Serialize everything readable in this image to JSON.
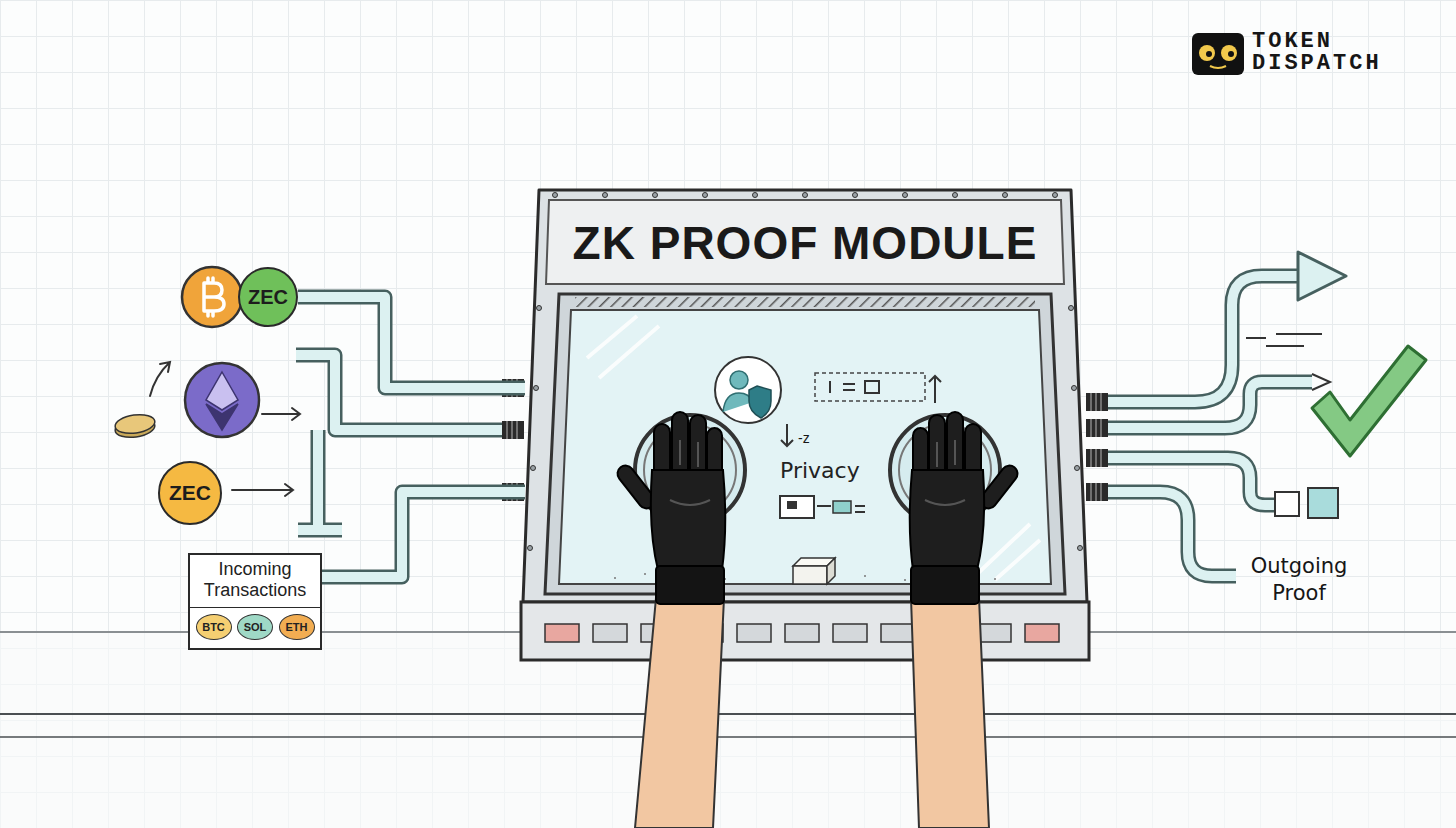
{
  "diagram": {
    "nodes": [
      {
        "text": [
          "ZEC"
        ]
      },
      {
        "text": [
          "ZEC"
        ]
      },
      {
        "text": [
          "Incoming Transactions"
        ]
      },
      {
        "text": [
          "BTC"
        ],
        "in": 2
      },
      {
        "text": [
          "SOL"
        ],
        "in": 2
      },
      {
        "text": [
          "ETH"
        ],
        "in": 2
      },
      {
        "text": [
          "ZK PROOF MODULE",
          "Privacy"
        ]
      }
    ],
    "edges": [
      {
        "from": 0,
        "to": 6,
        "arrow": "none"
      },
      {
        "from": 2,
        "to": 6,
        "arrow": "none"
      }
    ],
    "labels": [
      "TOKEN DISPATCH",
      "-z",
      "Outgoing Proof"
    ]
  }
}
